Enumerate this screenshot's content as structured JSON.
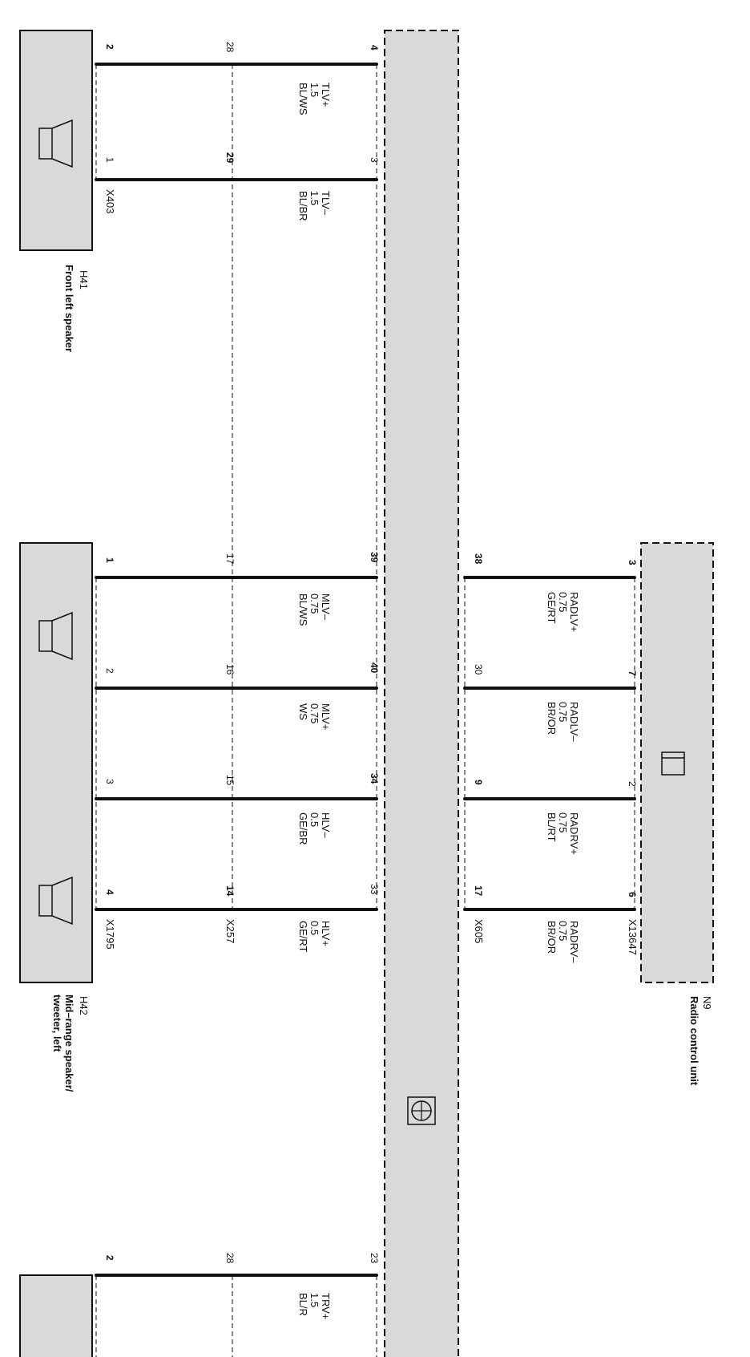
{
  "components": {
    "h41": {
      "id": "H41",
      "name": "Front left speaker"
    },
    "h42": {
      "id": "H42",
      "name_line1": "Mid–range speaker/",
      "name_line2": "tweeter, left"
    },
    "n9": {
      "id": "N9",
      "name": "Radio control unit"
    }
  },
  "connectors": {
    "x403": "X403",
    "x1795": "X1795",
    "x257": "X257",
    "x605": "X605",
    "x13647": "X13647"
  },
  "wires": {
    "tlv_plus": {
      "signal": "TLV+",
      "size": "1.5",
      "color": "BL/WS",
      "pins": [
        "2",
        "28",
        "4"
      ]
    },
    "tlv_minus": {
      "signal": "TLV–",
      "size": "1.5",
      "color": "BL/BR",
      "pins": [
        "1",
        "29",
        "3"
      ]
    },
    "mlv_minus": {
      "signal": "MLV–",
      "size": "0.75",
      "color": "BL/WS",
      "pins": [
        "1",
        "17",
        "39"
      ]
    },
    "mlv_plus": {
      "signal": "MLV+",
      "size": "0.75",
      "color": "WS",
      "pins": [
        "2",
        "16",
        "40"
      ]
    },
    "hlv_minus": {
      "signal": "HLV–",
      "size": "0.5",
      "color": "GE/BR",
      "pins": [
        "3",
        "15",
        "34"
      ]
    },
    "hlv_plus": {
      "signal": "HLV+",
      "size": "0.5",
      "color": "GE/RT",
      "pins": [
        "4",
        "14",
        "33"
      ]
    },
    "radlv_plus": {
      "signal": "RADLV+",
      "size": "0.75",
      "color": "GE/RT",
      "pins": [
        "38",
        "3"
      ]
    },
    "radlv_minus": {
      "signal": "RADLV–",
      "size": "0.75",
      "color": "BR/OR",
      "pins": [
        "30",
        "7"
      ]
    },
    "radrv_plus": {
      "signal": "RADRV+",
      "size": "0.75",
      "color": "BL/RT",
      "pins": [
        "9",
        "2"
      ]
    },
    "radrv_minus": {
      "signal": "RADRV–",
      "size": "0.75",
      "color": "BR/OR",
      "pins": [
        "17",
        "6"
      ]
    },
    "trv_plus": {
      "signal": "TRV+",
      "size": "1.5",
      "color": "BL/R",
      "pins": [
        "2",
        "28",
        "23"
      ]
    }
  },
  "colors": {
    "module_fill": "#d9d9d9",
    "line": "#111111"
  }
}
